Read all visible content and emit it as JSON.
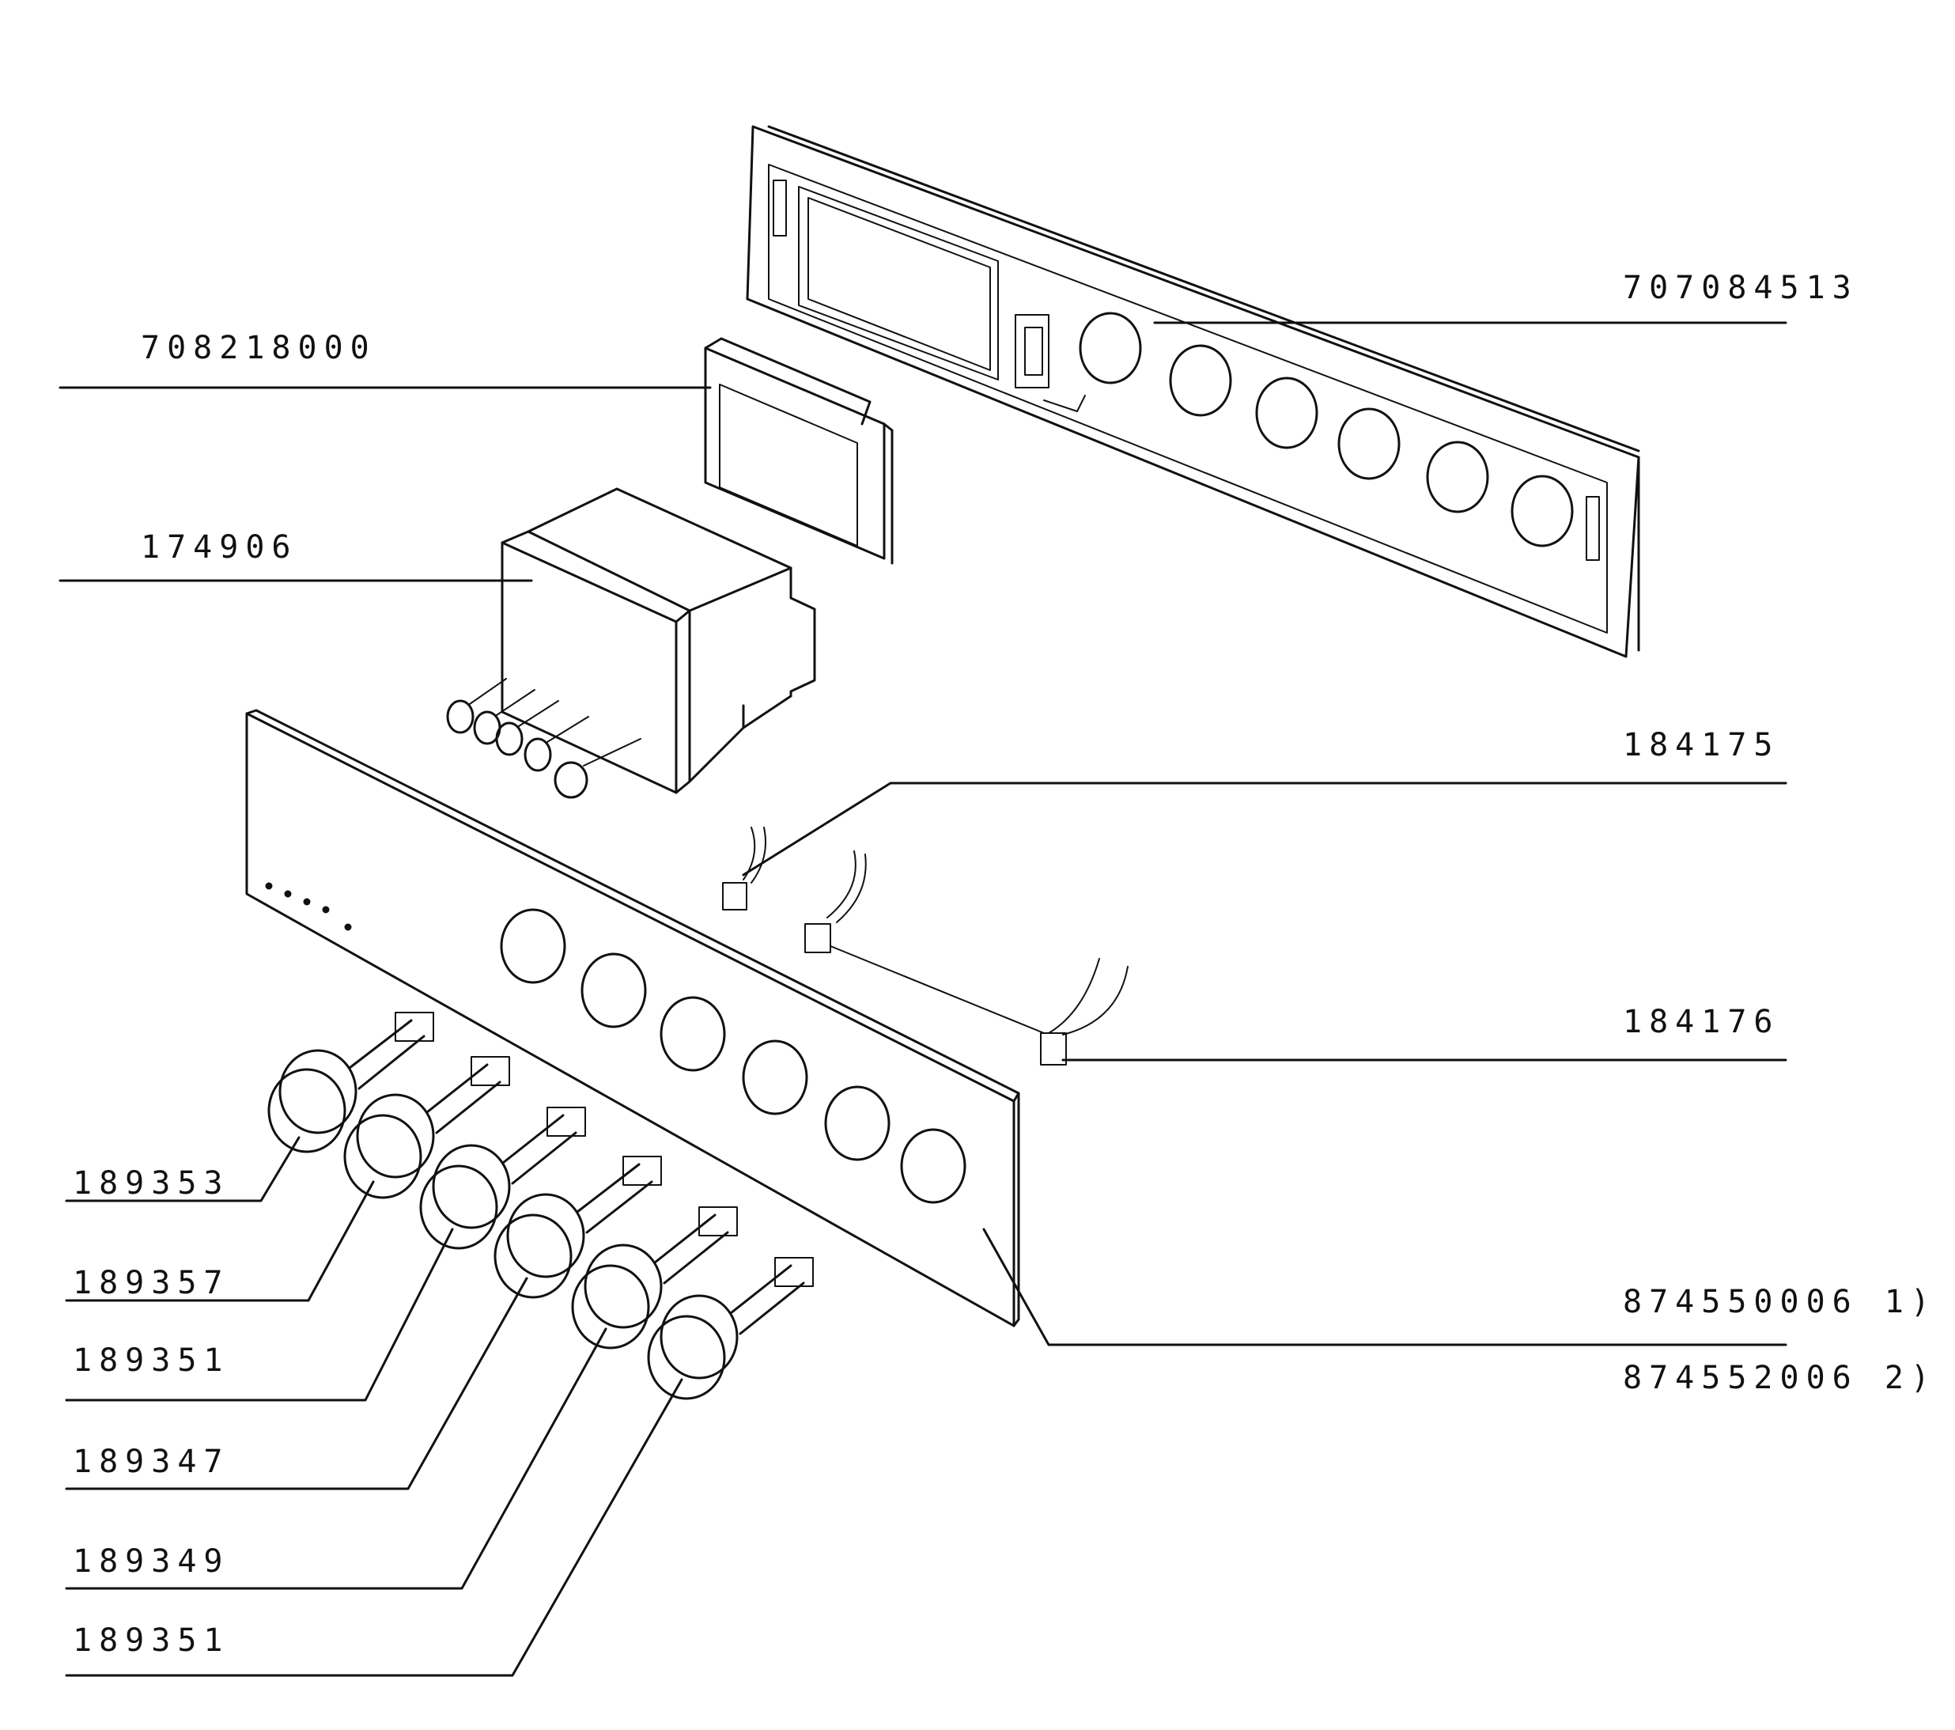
{
  "labels": {
    "display_frame": "708218000",
    "control_panel_frame": "707084513",
    "timer_module": "174906",
    "lamp_holder_a": "184175",
    "lamp_holder_b": "184176",
    "knob_1": "189353",
    "knob_2": "189357",
    "knob_3": "189351",
    "knob_4": "189347",
    "knob_5": "189349",
    "knob_6": "189351",
    "front_panel_1": "874550006 1)",
    "front_panel_2": "874552006 2)"
  },
  "colors": {
    "ink": "#111111",
    "paper": "#ffffff"
  }
}
